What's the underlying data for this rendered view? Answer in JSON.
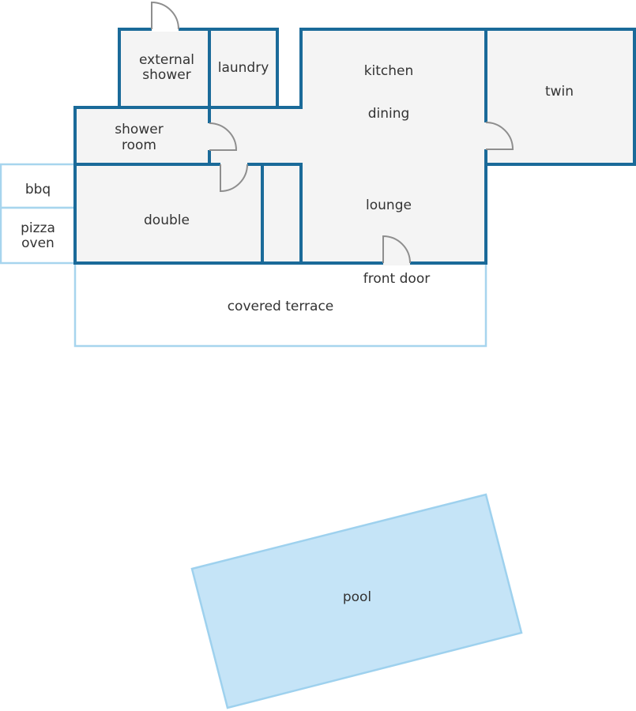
{
  "colors": {
    "wall": "#1a6a99",
    "outdoor_outline": "#a7d5ee",
    "room_fill": "#f4f4f4",
    "pool_fill": "#c5e4f7",
    "door": "#8e8e8e",
    "text": "#333333"
  },
  "rooms": {
    "external_shower": [
      "external",
      "shower"
    ],
    "laundry": "laundry",
    "kitchen": "kitchen",
    "dining": "dining",
    "twin": "twin",
    "shower_room": [
      "shower",
      "room"
    ],
    "bbq": "bbq",
    "pizza_oven": [
      "pizza",
      "oven"
    ],
    "double": "double",
    "lounge": "lounge",
    "front_door": "front door",
    "covered_terrace": "covered terrace",
    "pool": "pool"
  }
}
